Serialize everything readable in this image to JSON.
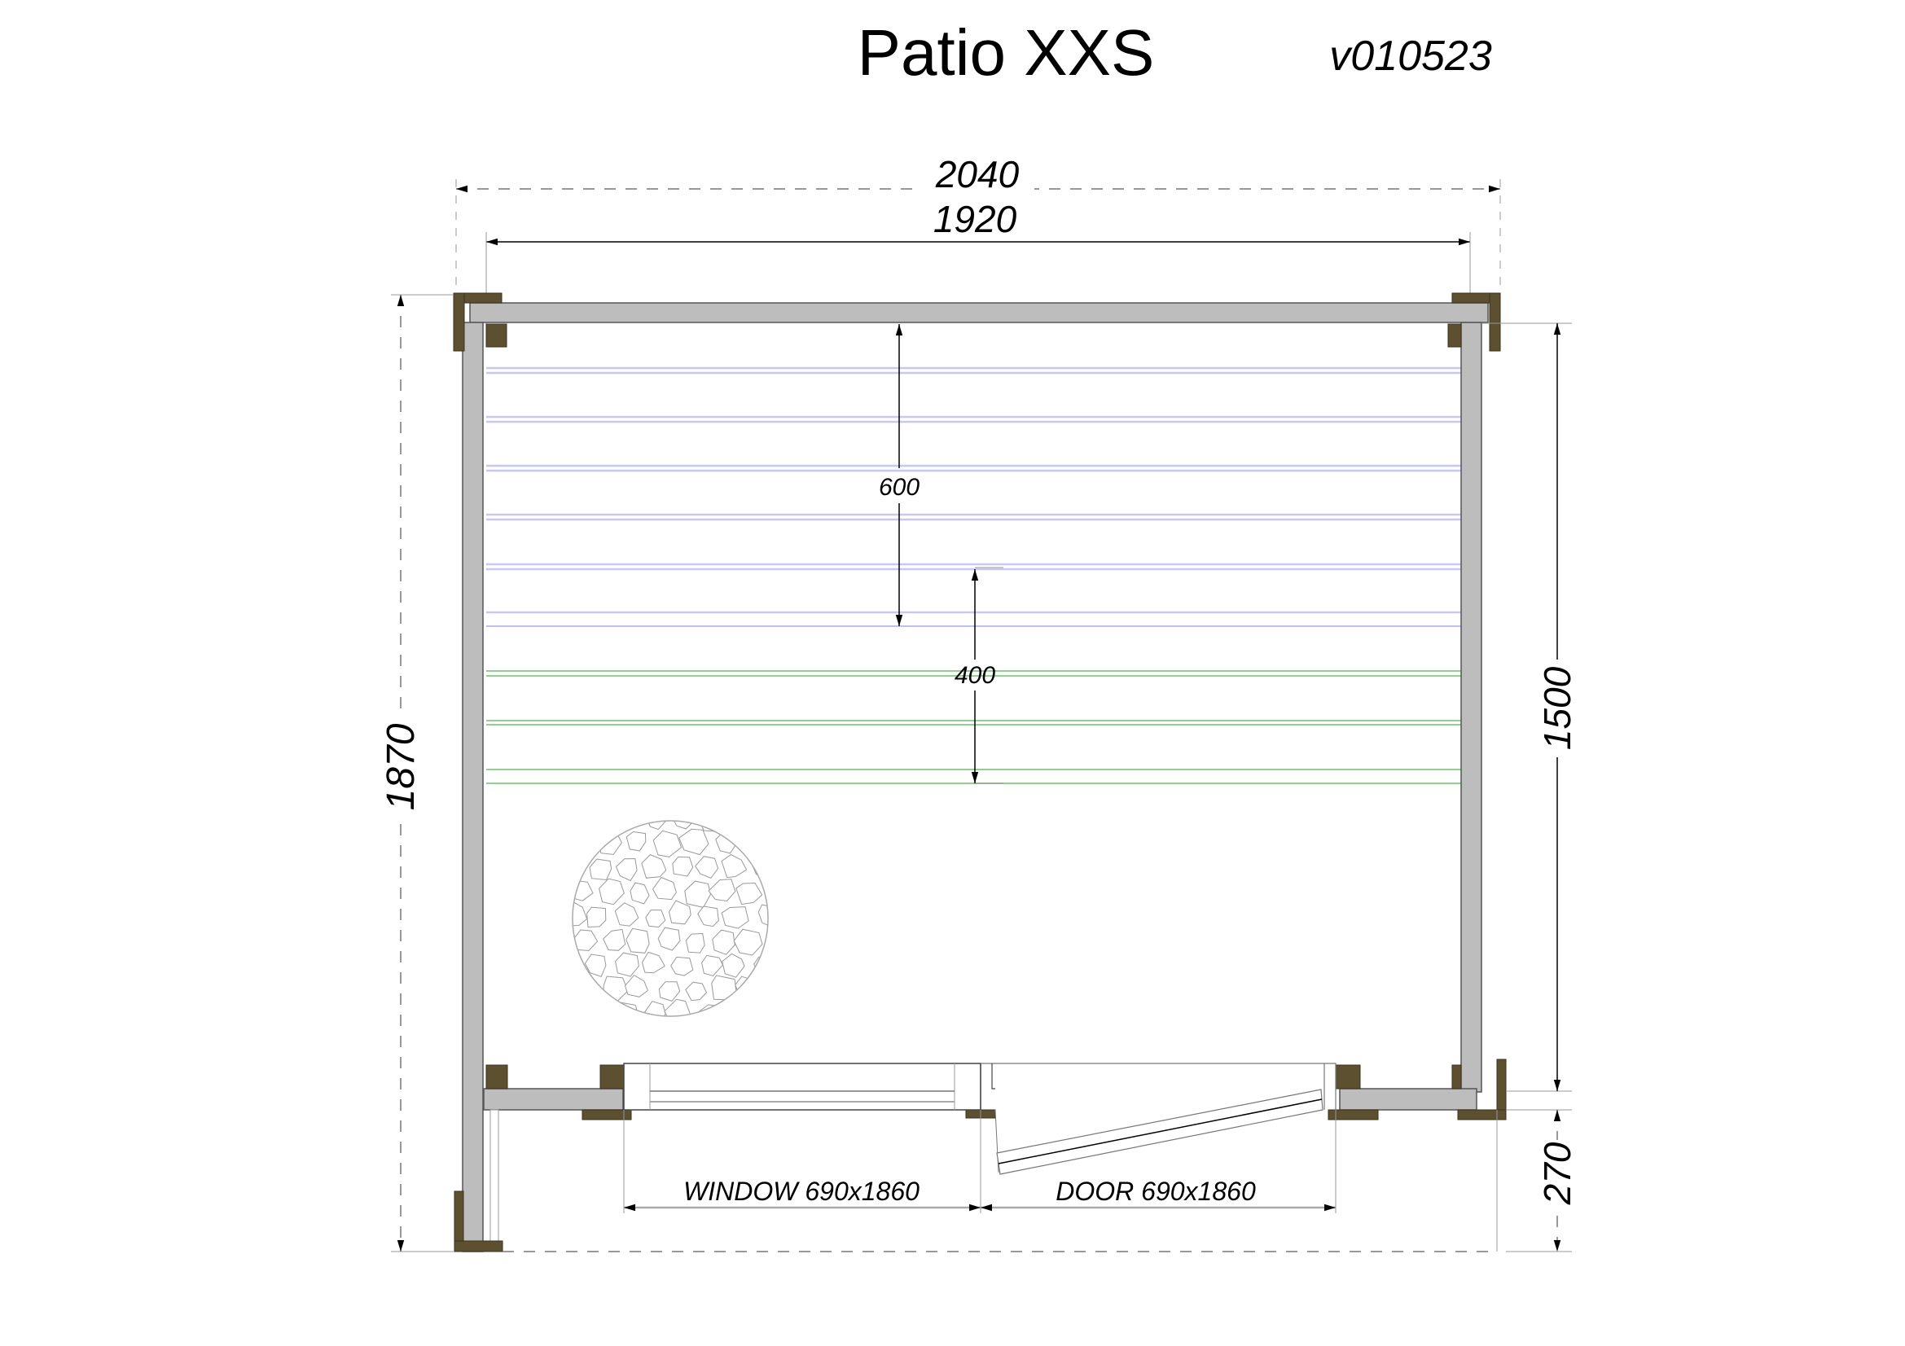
{
  "title": "Patio XXS",
  "version": "v010523",
  "dimensions": {
    "outer_width": "2040",
    "inner_width": "1920",
    "total_depth": "1870",
    "room_depth": "1500",
    "porch_depth": "270",
    "upper_bench": "600",
    "lower_bench": "400"
  },
  "openings": {
    "window": "WINDOW 690x1860",
    "door": "DOOR 690x1860"
  },
  "colors": {
    "wall": "#bdbdbd",
    "post": "#5c5030",
    "upper_bench_lines": "#c8c8f2",
    "lower_bench_lines": "#90d090"
  }
}
